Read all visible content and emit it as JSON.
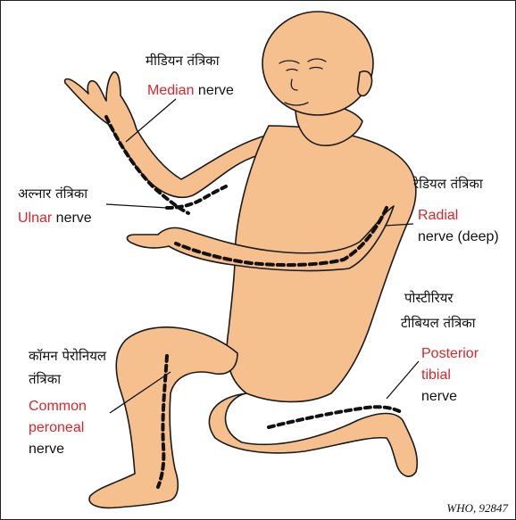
{
  "labels": {
    "median": {
      "hindi": "मीडियन तंत्रिका",
      "term": "Median",
      "suffix": " nerve"
    },
    "ulnar": {
      "hindi": "अल्नार तंत्रिका",
      "term": "Ulnar",
      "suffix": " nerve"
    },
    "radial": {
      "hindi": "रेडियल तंत्रिका",
      "term": "Radial",
      "line2": "nerve (deep)"
    },
    "posterior_tibial": {
      "hindi1": "पोस्टीरियर",
      "hindi2": "टीबियल तंत्रिका",
      "term1": "Posterior",
      "term2": "tibial",
      "line3": "nerve"
    },
    "common_peroneal": {
      "hindi1": "कॉमन पेरोनियल",
      "hindi2": "तंत्रिका",
      "term1": "Common",
      "term2": "peroneal",
      "line3": "nerve"
    }
  },
  "credit": "WHO, 92847",
  "colors": {
    "skin": "#f6c08e",
    "outline": "#1a1a1a",
    "term": "#e0232a",
    "nerve": "#111111"
  }
}
